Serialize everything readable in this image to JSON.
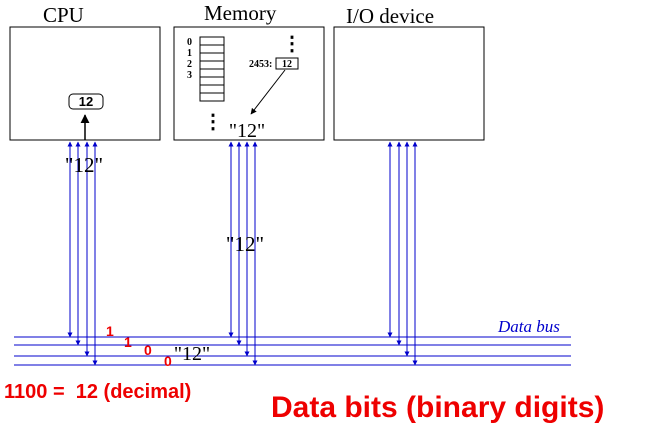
{
  "boxes": {
    "cpu": "CPU",
    "memory": "Memory",
    "io": "I/O device"
  },
  "cpu_register_value": "12",
  "memory": {
    "row_labels": [
      "0",
      "1",
      "2",
      "3"
    ],
    "address": "2453:",
    "cell_value": "12",
    "vertical_ellipsis": "⋮",
    "transfer_label": "\"12\""
  },
  "transfer_labels": {
    "cpu": "\"12\"",
    "bus_middle": "\"12\"",
    "bus_bits": "\"12\""
  },
  "bus": {
    "label": "Data bus",
    "bits": [
      "1",
      "1",
      "0",
      "0"
    ]
  },
  "captions": {
    "binary": "1100 =  12 (decimal)",
    "data_bits": "Data bits (binary digits)"
  },
  "colors": {
    "bus": "#0000cc",
    "accent": "#ee0000",
    "ink": "#000000"
  }
}
